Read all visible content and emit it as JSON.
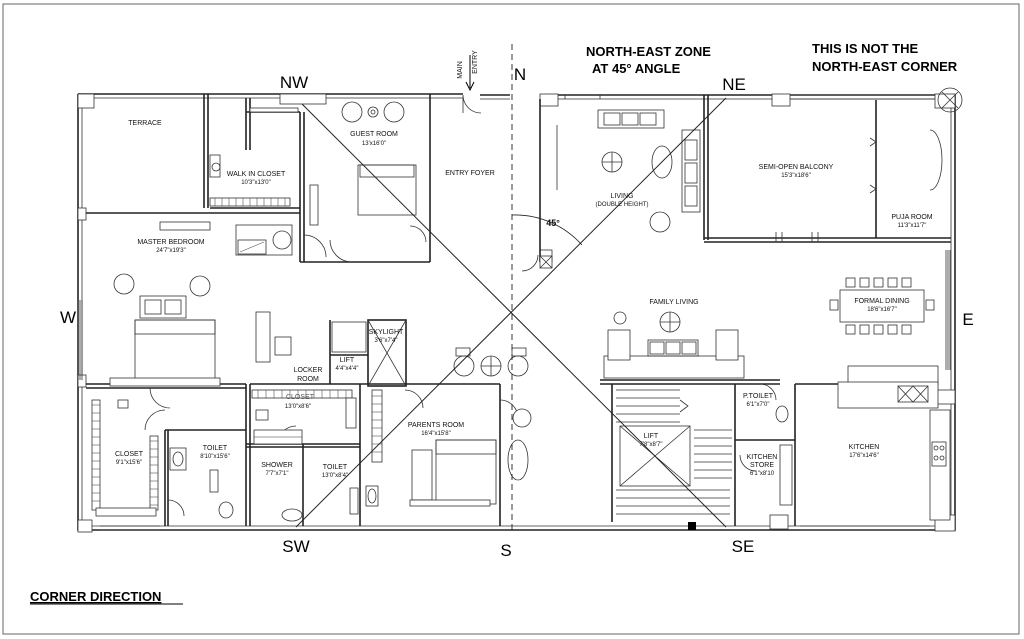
{
  "directions": {
    "n": "N",
    "s": "S",
    "e": "E",
    "w": "W",
    "nw": "NW",
    "ne": "NE",
    "sw": "SW",
    "se": "SE"
  },
  "notes": {
    "zone_line1": "NORTH-EAST ZONE",
    "zone_line2": "AT 45° ANGLE",
    "corner_line1": "THIS IS NOT THE",
    "corner_line2": "NORTH-EAST CORNER",
    "main_entry_line1": "MAIN",
    "main_entry_line2": "ENTRY",
    "angle": "45°"
  },
  "caption": "CORNER DIRECTION",
  "rooms": {
    "terrace": {
      "name": "TERRACE"
    },
    "guest_room": {
      "name": "GUEST ROOM",
      "size": "13'x16'0\""
    },
    "walk_in_closet": {
      "name": "WALK IN CLOSET",
      "size": "10'3\"x13'0\""
    },
    "entry_foyer": {
      "name": "ENTRY FOYER"
    },
    "living": {
      "name": "LIVING",
      "sub": "(DOUBLE HEIGHT)"
    },
    "semi_open_balcony": {
      "name": "SEMI-OPEN BALCONY",
      "size": "15'3\"x18'6\""
    },
    "puja_room": {
      "name": "PUJA ROOM",
      "size": "11'3\"x11'7\""
    },
    "master_bedroom": {
      "name": "MASTER BEDROOM",
      "size": "24'7\"x19'3\""
    },
    "skylight": {
      "name": "SKYLIGHT",
      "size": "3'6\"x7'4\""
    },
    "lift_small": {
      "name": "LIFT",
      "size": "4'4\"x4'4\""
    },
    "locker_room": {
      "name": "LOCKER",
      "sub": "ROOM"
    },
    "family_living": {
      "name": "FAMILY LIVING"
    },
    "formal_dining": {
      "name": "FORMAL DINING",
      "size": "18'6\"x16'7\""
    },
    "closet": {
      "name": "CLOSET",
      "size": "9'1\"x15'6\""
    },
    "toilet_1": {
      "name": "TOILET",
      "size": "8'10\"x15'6\""
    },
    "closet_2": {
      "name": "CLOSET",
      "size": "13'0\"x8'6\""
    },
    "shower": {
      "name": "SHOWER",
      "size": "7'7\"x7'1\""
    },
    "toilet_2": {
      "name": "TOILET",
      "size": "13'0\"x8'4\""
    },
    "parents_room": {
      "name": "PARENTS ROOM",
      "size": "16'4\"x15'8\""
    },
    "lift_main": {
      "name": "LIFT",
      "size": "7'8\"x8'7\""
    },
    "p_toilet": {
      "name": "P.TOILET",
      "size": "6'1\"x7'0\""
    },
    "kitchen_store": {
      "name": "KITCHEN",
      "sub": "STORE",
      "size": "6'1\"x8'10"
    },
    "kitchen": {
      "name": "KITCHEN",
      "size": "17'6\"x14'6\""
    }
  }
}
